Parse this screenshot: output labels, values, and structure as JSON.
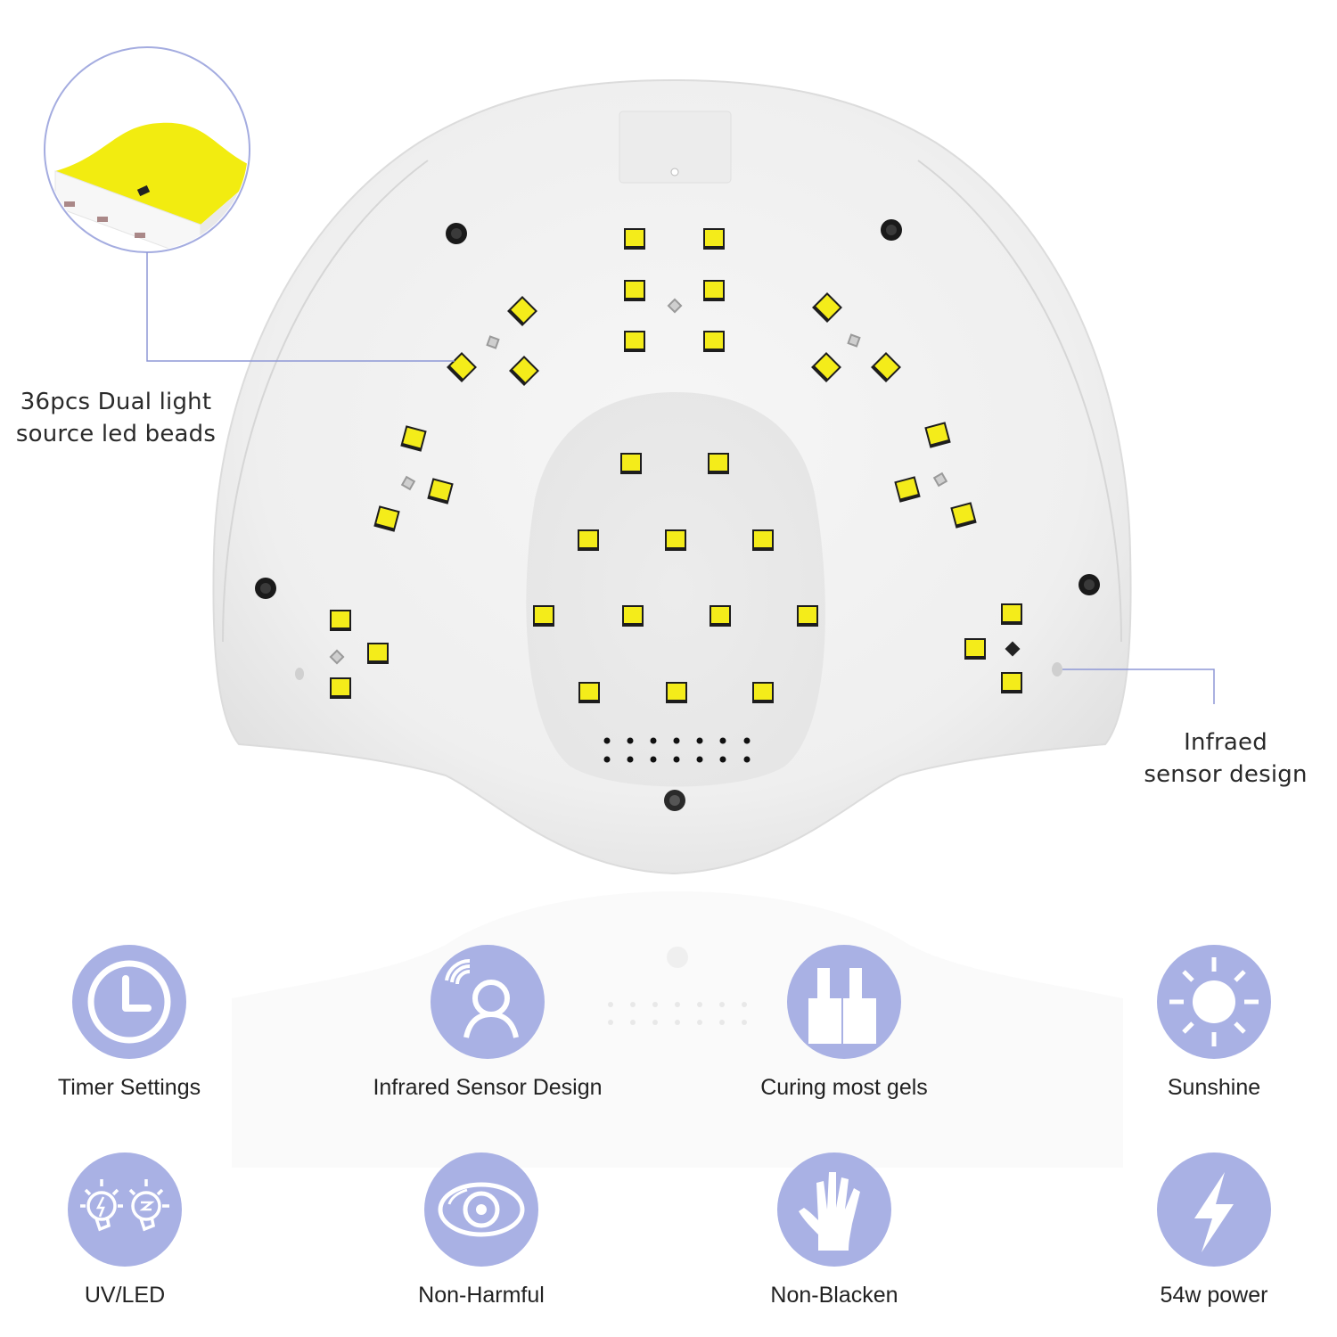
{
  "product": {
    "led_count_label": "36pcs Dual light source led beads",
    "colors": {
      "accent": "#a9b1e4",
      "callout_line": "#8d97d6",
      "led_yellow": "#f4ec1a",
      "lamp_body": "#f1f1f1",
      "text": "#222222"
    }
  },
  "callouts": {
    "led": {
      "line1": "36pcs Dual light",
      "line2": "source led beads"
    },
    "sensor": {
      "line1": "Infraed",
      "line2": "sensor design"
    }
  },
  "features": [
    {
      "icon": "clock-icon",
      "label": "Timer Settings"
    },
    {
      "icon": "infrared-sensor-person-icon",
      "label": "Infrared Sensor Design"
    },
    {
      "icon": "gel-bottles-icon",
      "label": "Curing most gels"
    },
    {
      "icon": "sun-icon",
      "label": "Sunshine"
    },
    {
      "icon": "uv-led-bulbs-icon",
      "label": "UV/LED"
    },
    {
      "icon": "eye-icon",
      "label": "Non-Harmful"
    },
    {
      "icon": "hand-icon",
      "label": "Non-Blacken"
    },
    {
      "icon": "lightning-bolt-icon",
      "label": "54w power"
    }
  ]
}
